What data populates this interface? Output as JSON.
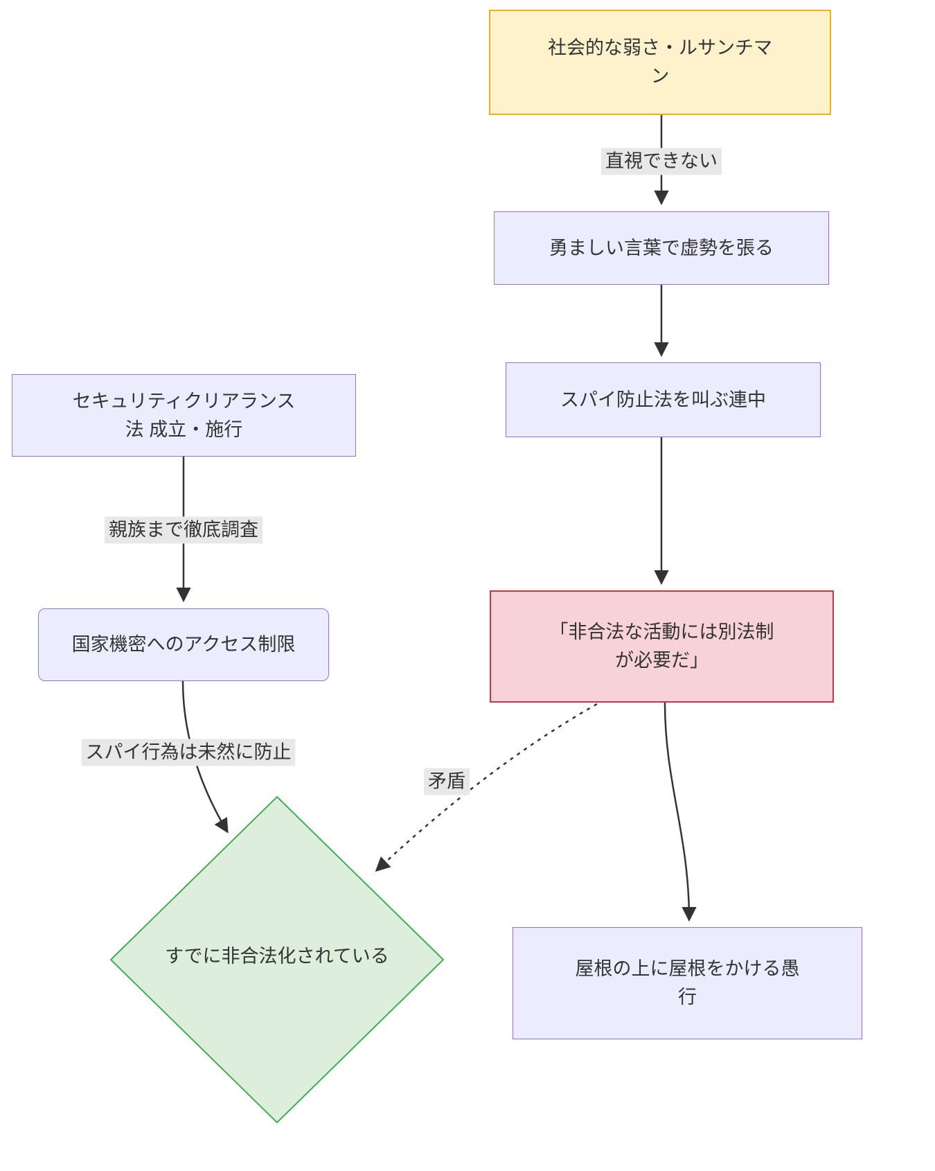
{
  "diagram": {
    "type": "flowchart",
    "direction": "top-down",
    "nodes": {
      "resentment": {
        "label": "社会的な弱さ・ルサンチマ\nン",
        "shape": "rectangle",
        "fill": "#FDF2CC",
        "border": "#EDB11E"
      },
      "bravado": {
        "label": "勇ましい言葉で虚勢を張る",
        "shape": "rectangle",
        "fill": "#ECECFF",
        "border": "#9370DB"
      },
      "spy_law_advocates": {
        "label": "スパイ防止法を叫ぶ連中",
        "shape": "rectangle",
        "fill": "#ECECFF",
        "border": "#9370DB"
      },
      "separate_law_claim": {
        "label": "「非合法な活動には別法制\nが必要だ」",
        "shape": "rectangle",
        "fill": "#F7D2D6",
        "border": "#C43846"
      },
      "clearance_law": {
        "label": "セキュリティクリアランス\n法 成立・施行",
        "shape": "rectangle",
        "fill": "#ECECFF",
        "border": "#9370DB"
      },
      "access_restriction": {
        "label": "国家機密へのアクセス制限",
        "shape": "rounded-rectangle",
        "fill": "#ECECFF",
        "border": "#9370DB"
      },
      "already_illegal": {
        "label": "すでに非合法化されている",
        "shape": "diamond",
        "fill": "#DDEEDC",
        "border": "#3FAE4F"
      },
      "roof_over_roof": {
        "label": "屋根の上に屋根をかける愚\n行",
        "shape": "rectangle",
        "fill": "#ECECFF",
        "border": "#9370DB"
      }
    },
    "edges": [
      {
        "from": "resentment",
        "to": "bravado",
        "label": "直視できない",
        "style": "solid"
      },
      {
        "from": "bravado",
        "to": "spy_law_advocates",
        "label": "",
        "style": "solid"
      },
      {
        "from": "spy_law_advocates",
        "to": "separate_law_claim",
        "label": "",
        "style": "solid"
      },
      {
        "from": "separate_law_claim",
        "to": "roof_over_roof",
        "label": "",
        "style": "solid"
      },
      {
        "from": "clearance_law",
        "to": "access_restriction",
        "label": "親族まで徹底調査",
        "style": "solid"
      },
      {
        "from": "access_restriction",
        "to": "already_illegal",
        "label": "スパイ行為は未然に防止",
        "style": "solid"
      },
      {
        "from": "separate_law_claim",
        "to": "already_illegal",
        "label": "矛盾",
        "style": "dotted"
      }
    ],
    "palette": {
      "arrow": "#333333",
      "text": "#333333",
      "edge_label_background": "#e8e8e8",
      "canvas_background": "#ffffff"
    }
  }
}
